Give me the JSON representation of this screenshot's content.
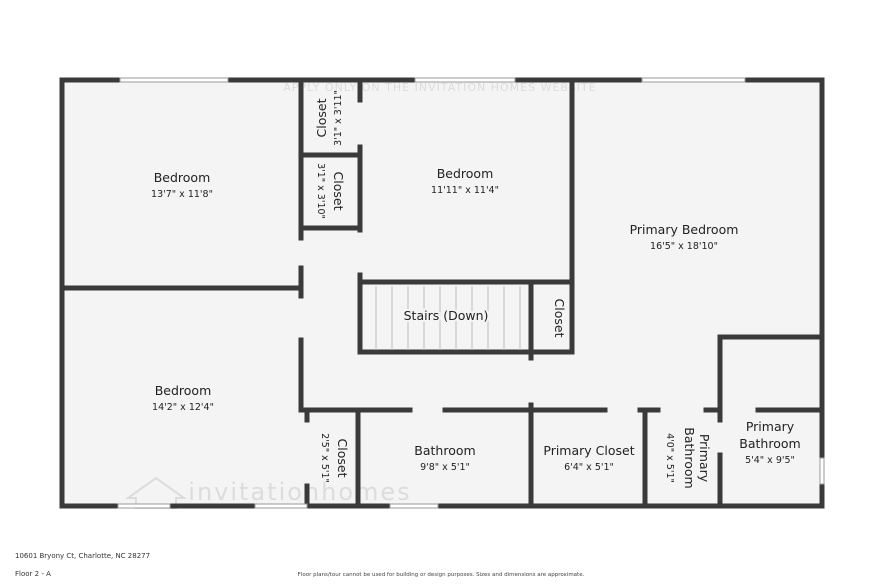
{
  "watermark_top": "APPLY ONLY ON THE INVITATION HOMES WEBSITE",
  "watermark_bottom": "invitationhomes",
  "rooms": {
    "bedroom_nw": {
      "name": "Bedroom",
      "dims": "13'7\" x 11'8\""
    },
    "closet_a": {
      "name": "Closet",
      "dims": "3'1\" x 3'11\""
    },
    "closet_b": {
      "name": "Closet",
      "dims": "3'1\" x 3'10\""
    },
    "bedroom_center": {
      "name": "Bedroom",
      "dims": "11'11\" x 11'4\""
    },
    "primary_bedroom": {
      "name": "Primary Bedroom",
      "dims": "16'5\" x 18'10\""
    },
    "stairs": {
      "name": "Stairs (Down)"
    },
    "closet_stairs": {
      "name": "Closet"
    },
    "bedroom_sw": {
      "name": "Bedroom",
      "dims": "14'2\" x 12'4\""
    },
    "closet_hall": {
      "name": "Closet",
      "dims": "2'5\" x 5'1\""
    },
    "bathroom": {
      "name": "Bathroom",
      "dims": "9'8\" x 5'1\""
    },
    "primary_closet": {
      "name": "Primary Closet",
      "dims": "6'4\" x 5'1\""
    },
    "primary_bathroom_small": {
      "name_line1": "Primary",
      "name_line2": "Bathroom",
      "dims": "4'0\" x 5'1\""
    },
    "primary_bathroom": {
      "name_line1": "Primary",
      "name_line2": "Bathroom",
      "dims": "5'4\" x 9'5\""
    }
  },
  "footer": {
    "address": "10601 Bryony Ct, Charlotte, NC 28277",
    "floor": "Floor 2 - A",
    "disclaimer": "Floor plans/tour cannot be used for building or design purposes. Sizes and dimensions are approximate."
  }
}
